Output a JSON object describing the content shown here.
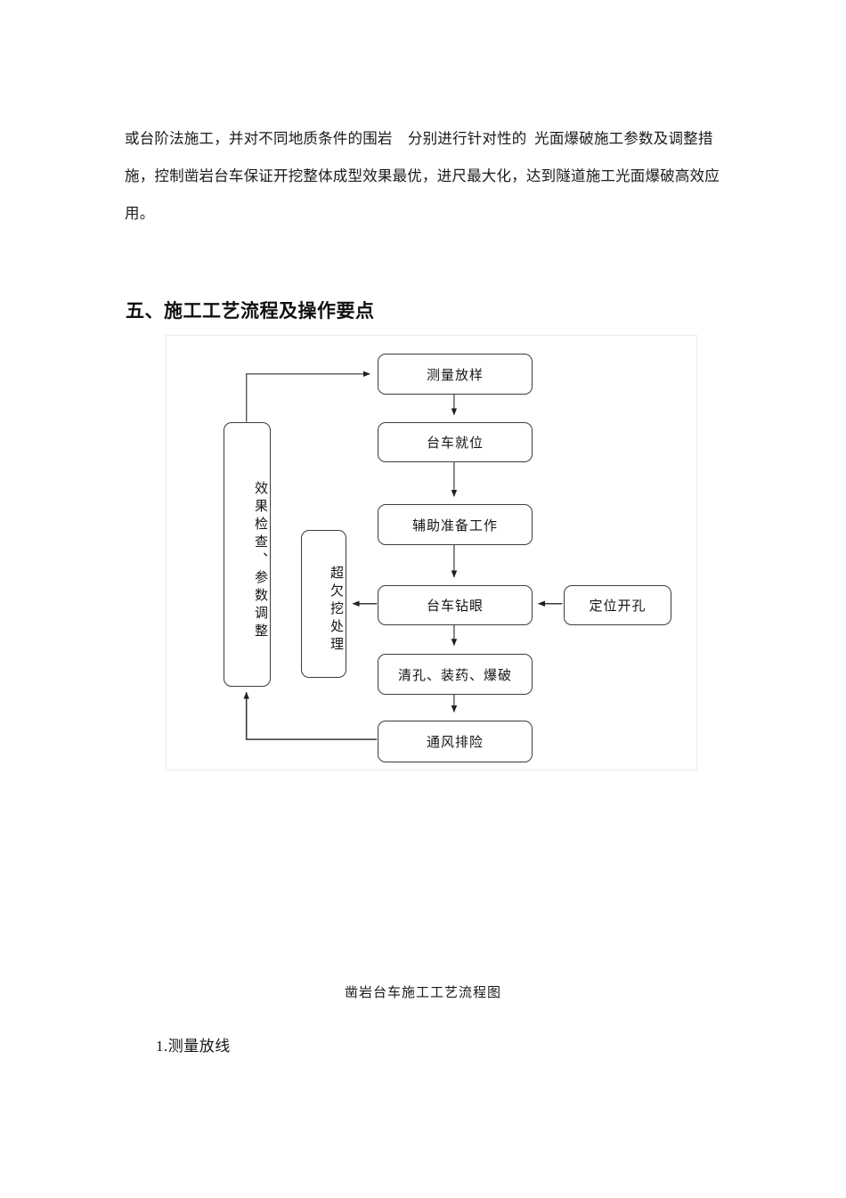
{
  "document": {
    "paragraph": "或台阶法施工，并对不同地质条件的围岩    分别进行针对性的  光面爆破施工参数及调整措施，控制凿岩台车保证开挖整体成型效果最优，进尺最大化，达到隧道施工光面爆破高效应用。",
    "heading": "五、施工工艺流程及操作要点",
    "figure_caption": "凿岩台车施工工艺流程图",
    "step_1": "1.测量放线"
  },
  "flowchart": {
    "nodes": [
      {
        "id": "ce-liang-fang-yang",
        "label": "测量放样",
        "orientation": "horizontal"
      },
      {
        "id": "tai-che-jiu-wei",
        "label": "台车就位",
        "orientation": "horizontal"
      },
      {
        "id": "fu-zhu-zhun-bei-gong-zuo",
        "label": "辅助准备工作",
        "orientation": "horizontal"
      },
      {
        "id": "tai-che-zuan-yan",
        "label": "台车钻眼",
        "orientation": "horizontal"
      },
      {
        "id": "qing-kong-zhuang-yao-bao-po",
        "label": "清孔、装药、爆破",
        "orientation": "horizontal"
      },
      {
        "id": "tong-feng-pai-xian",
        "label": "通风排险",
        "orientation": "horizontal"
      },
      {
        "id": "ding-wei-kai-kong",
        "label": "定位开孔",
        "orientation": "horizontal"
      },
      {
        "id": "xiao-guo-jian-cha-can-shu-tiao-zheng",
        "label": "效果检查、参数调整",
        "orientation": "vertical"
      },
      {
        "id": "chao-qian-wa-chu-li",
        "label": "超欠挖处理",
        "orientation": "vertical"
      }
    ],
    "edges": [
      {
        "from": "ce-liang-fang-yang",
        "to": "tai-che-jiu-wei"
      },
      {
        "from": "tai-che-jiu-wei",
        "to": "fu-zhu-zhun-bei-gong-zuo"
      },
      {
        "from": "fu-zhu-zhun-bei-gong-zuo",
        "to": "tai-che-zuan-yan"
      },
      {
        "from": "tai-che-zuan-yan",
        "to": "qing-kong-zhuang-yao-bao-po"
      },
      {
        "from": "qing-kong-zhuang-yao-bao-po",
        "to": "tong-feng-pai-xian"
      },
      {
        "from": "ding-wei-kai-kong",
        "to": "tai-che-zuan-yan"
      },
      {
        "from": "tai-che-zuan-yan",
        "to": "chao-qian-wa-chu-li"
      },
      {
        "from": "tong-feng-pai-xian",
        "to": "xiao-guo-jian-cha-can-shu-tiao-zheng"
      },
      {
        "from": "xiao-guo-jian-cha-can-shu-tiao-zheng",
        "to": "ce-liang-fang-yang"
      }
    ],
    "colors": {
      "node_border": "#3c3c3c",
      "connector": "#404040",
      "frame_border": "#eceaea",
      "text": "#141414"
    }
  }
}
